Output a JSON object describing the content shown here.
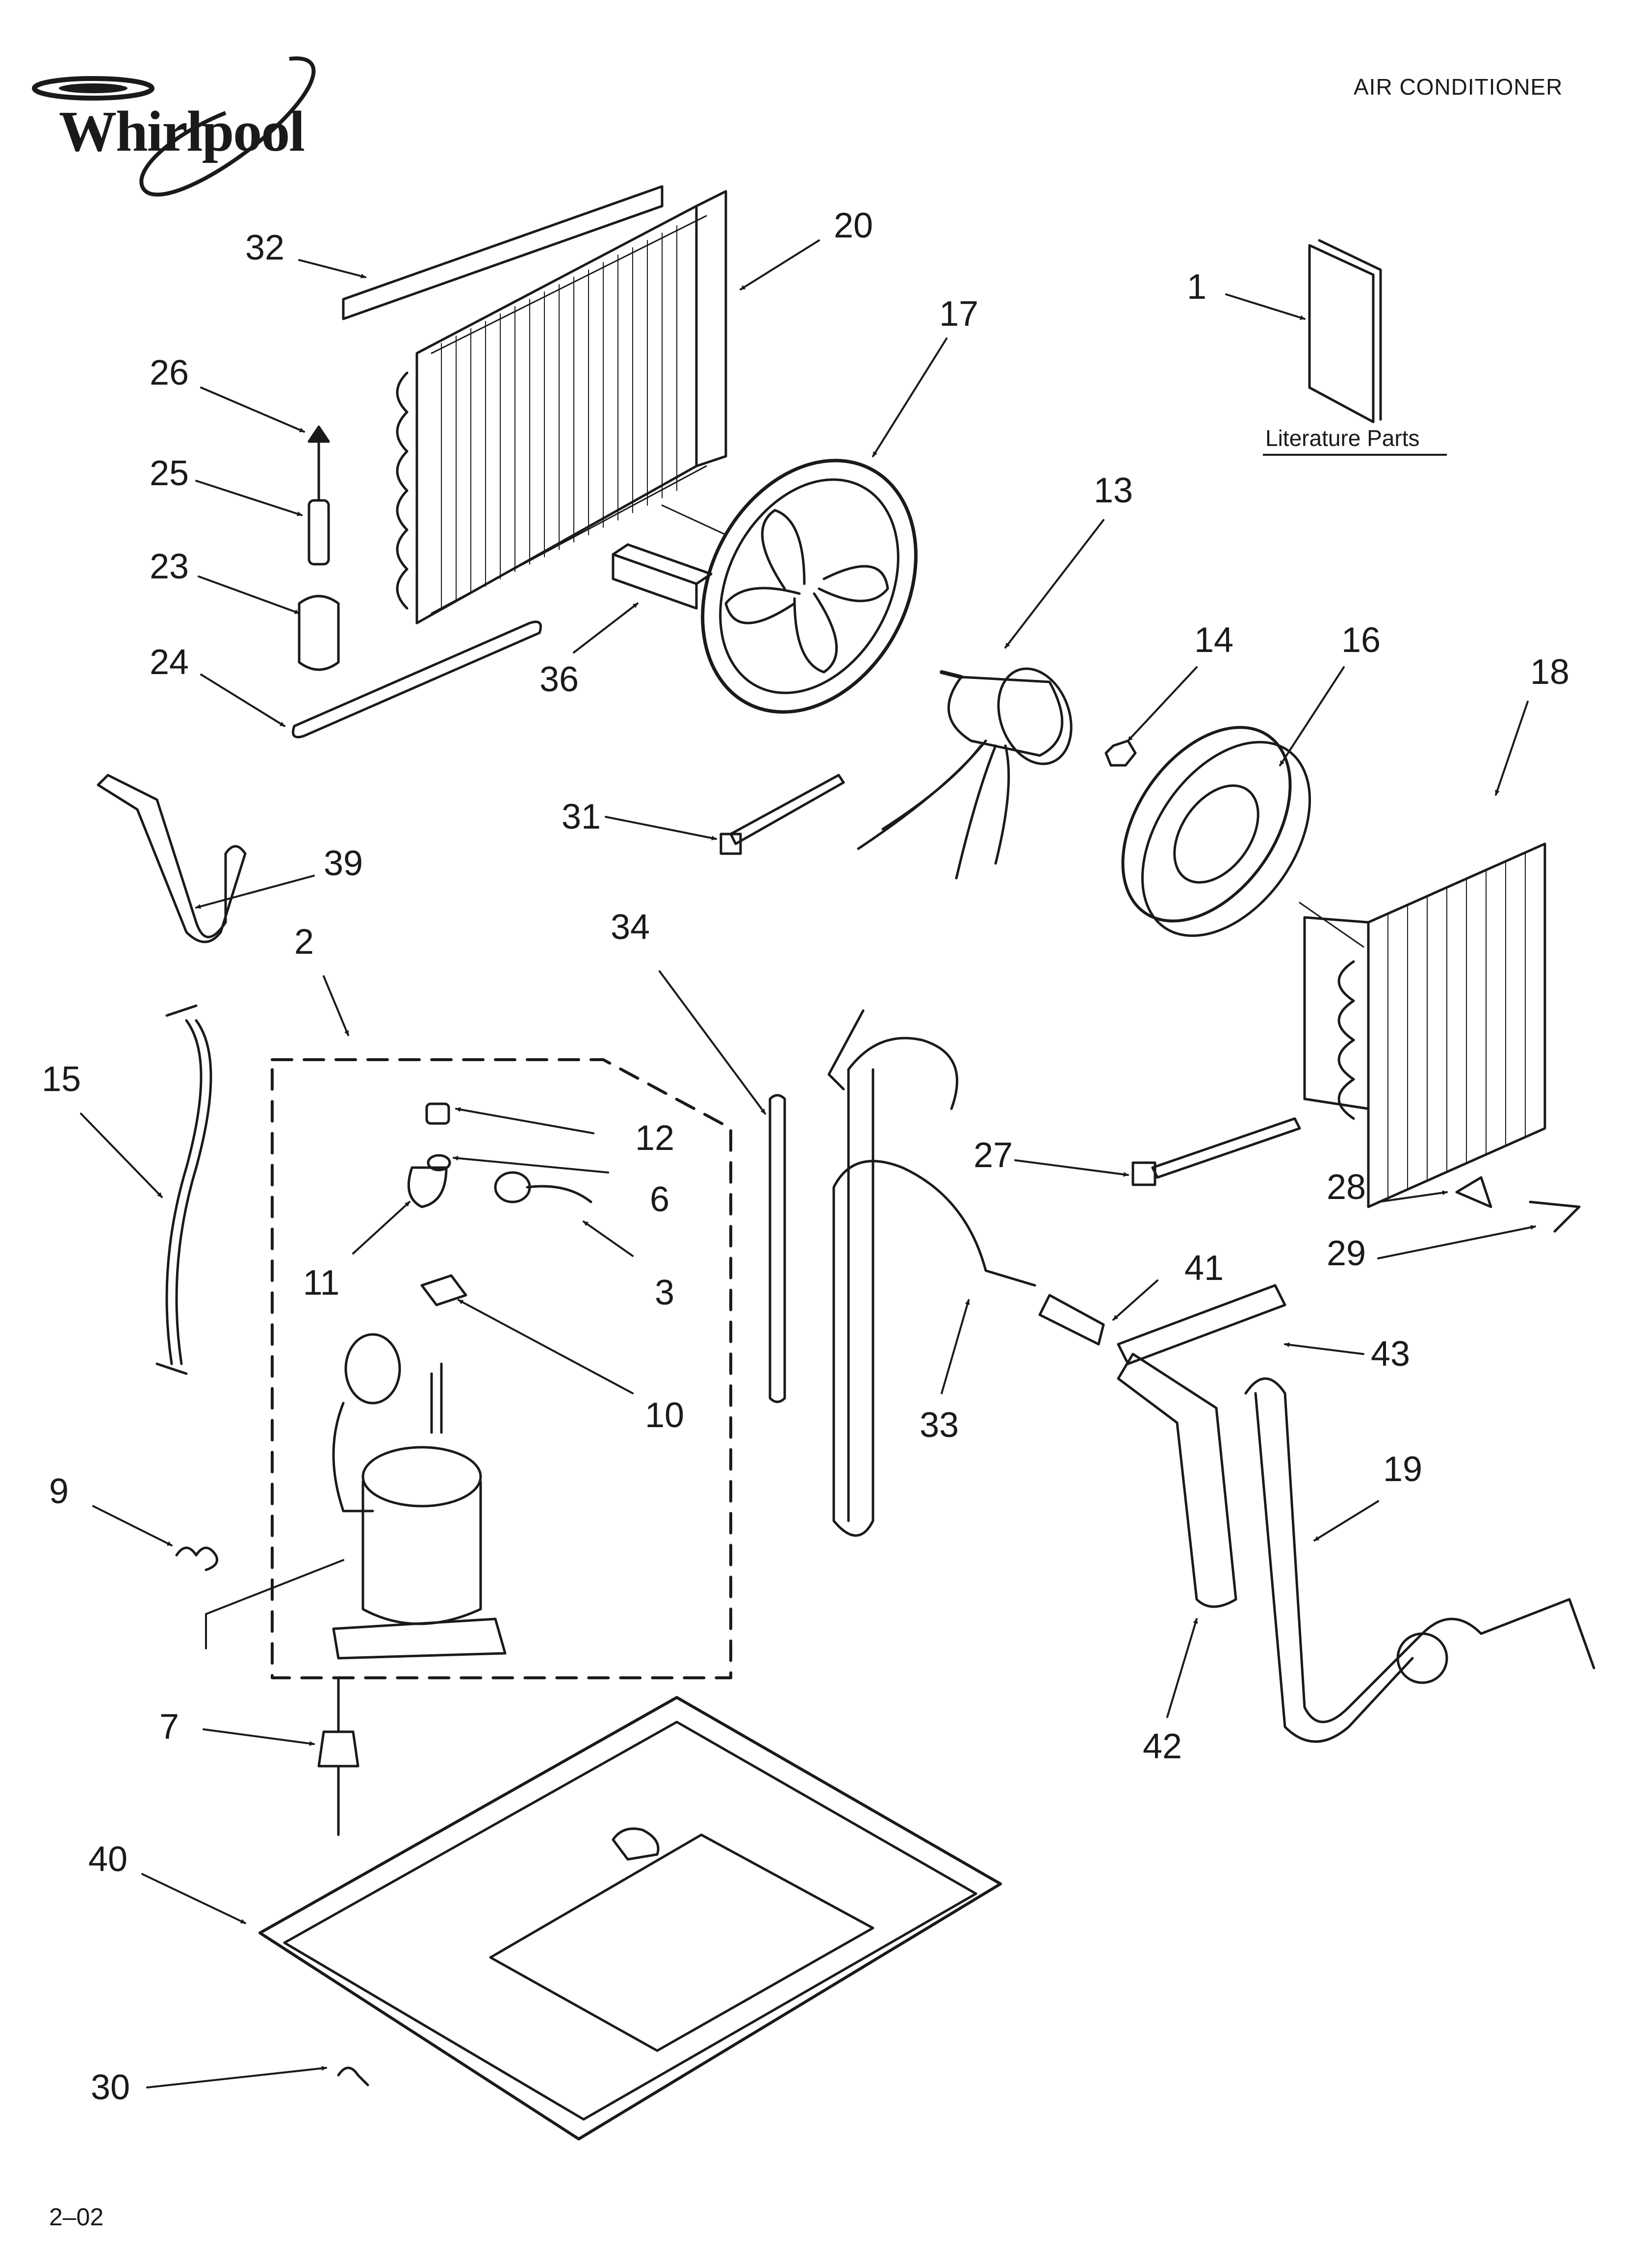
{
  "header": {
    "brand": "Whirlpool",
    "product_title": "AIR CONDITIONER"
  },
  "literature": {
    "label": "Literature Parts"
  },
  "footer": {
    "code": "2–02"
  },
  "diagram": {
    "stroke_color": "#1a1a1a",
    "callouts": [
      "1",
      "2",
      "3",
      "6",
      "7",
      "9",
      "10",
      "11",
      "12",
      "13",
      "14",
      "15",
      "16",
      "17",
      "18",
      "19",
      "20",
      "23",
      "24",
      "25",
      "26",
      "27",
      "28",
      "29",
      "30",
      "31",
      "32",
      "33",
      "34",
      "36",
      "39",
      "40",
      "41",
      "42",
      "43"
    ]
  }
}
